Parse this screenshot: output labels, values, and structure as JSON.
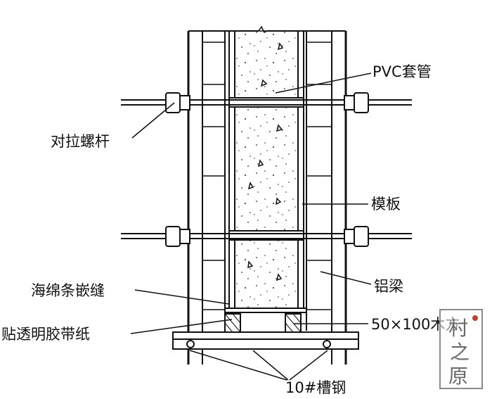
{
  "labels": {
    "pvc_sleeve": "PVC套管",
    "tie_bolt": "对拉螺杆",
    "formwork": "模板",
    "aluminum_beam": "铝梁",
    "sponge_strip": "海绵条嵌缝",
    "transparent_tape": "贴透明胶带纸",
    "timber": "50×100木方",
    "channel_steel": "10#槽钢"
  },
  "watermark": {
    "chars": [
      "村",
      "之",
      "原"
    ]
  },
  "colors": {
    "line": "#111111",
    "background": "#ffffff",
    "watermark": "#6a6a6a",
    "watermark_accent": "#b5452e"
  }
}
